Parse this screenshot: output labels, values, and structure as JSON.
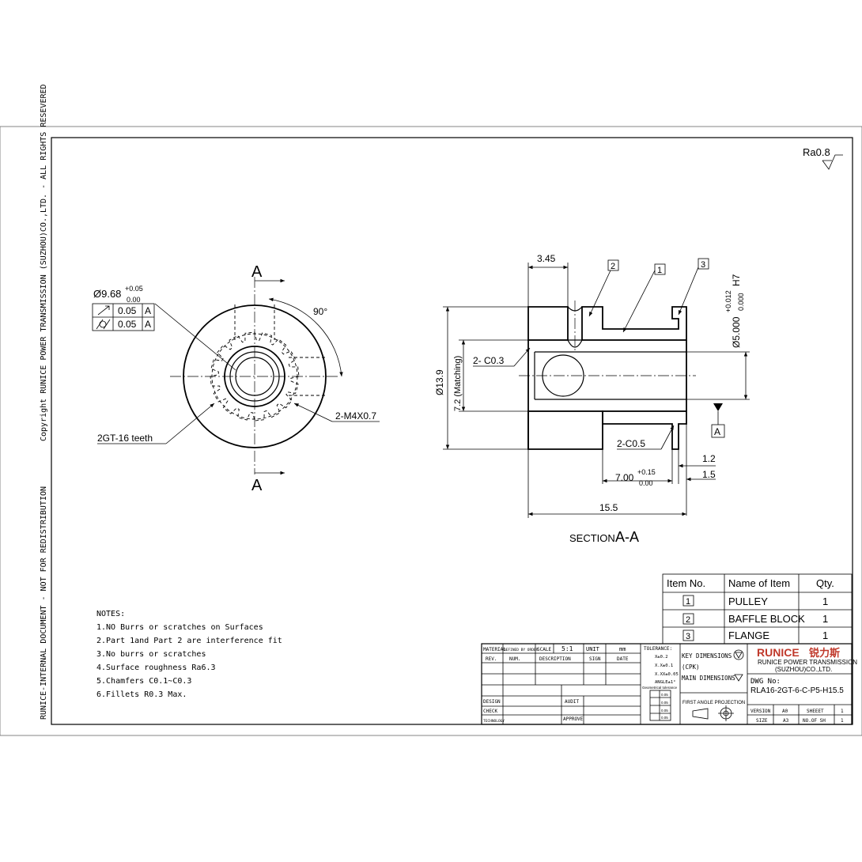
{
  "side_text": {
    "copyright": "Copyright RUNICE POWER TRANSMISSION (SUZHOU)CO.,LTD. - ALL RIGHTS RESEVERED",
    "internal": "RUNICE-INTERNAL DOCUMENT - NOT FOR REDISTRIBUTION"
  },
  "roughness": "Ra0.8",
  "front_view": {
    "section_mark": "A",
    "angle": "90°",
    "bore_dia": "Ø9.68",
    "bore_tol_upper": "+0.05",
    "bore_tol_lower": "0.00",
    "fcf": [
      {
        "symbol": "↗",
        "value": "0.05",
        "datum": "A"
      },
      {
        "symbol": "/○/",
        "value": "0.05",
        "datum": "A"
      }
    ],
    "teeth": "2GT-16 teeth",
    "thread": "2-M4X0.7"
  },
  "section_view": {
    "dim_width_top": "3.45",
    "dim_outer_dia": "Ø13.9",
    "dim_matching": "7.2 (Matching)",
    "chamfer_1": "2- C0.3",
    "chamfer_2": "2-C0.5",
    "bore": "Ø5.000",
    "bore_tol_upper": "+0.012",
    "bore_tol_lower": "0.000",
    "bore_fit": "H7",
    "datum": "A",
    "balloons": [
      "2",
      "1",
      "3"
    ],
    "dim_1_2": "1.2",
    "dim_1_5": "1.5",
    "dim_7": "7.00",
    "dim_7_upper": "+0.15",
    "dim_7_lower": "0.00",
    "dim_total": "15.5",
    "title_prefix": "SECTION",
    "title_suffix": "A-A"
  },
  "notes": {
    "title": "NOTES:",
    "lines": [
      "1.NO Burrs or scratches on Surfaces",
      "2.Part 1and Part 2 are interference fit",
      "3.No burrs or scratches",
      "4.Surface roughness Ra6.3",
      "5.Chamfers C0.1~C0.3",
      "6.Fillets R0.3 Max."
    ]
  },
  "bom": {
    "headers": [
      "Item No.",
      "Name of Item",
      "Qty."
    ],
    "rows": [
      {
        "item": "1",
        "name": "PULLEY",
        "qty": "1"
      },
      {
        "item": "2",
        "name": "BAFFLE BLOCK",
        "qty": "1"
      },
      {
        "item": "3",
        "name": "FLANGE",
        "qty": "1"
      }
    ]
  },
  "title_block": {
    "material": "MATERIAL",
    "defined": "DEFINED BY ORDER",
    "scale_label": "SCALE",
    "scale": "5:1",
    "unit_label": "UNIT",
    "unit": "mm",
    "rev": "REV.",
    "num": "NUM.",
    "description": "DESCRIPTION",
    "sign": "SIGN",
    "date": "DATE",
    "design": "DESIGN",
    "check": "CHECK",
    "technology": "TECHNOLOGY",
    "audit": "AUDIT",
    "approve": "APPROVE",
    "tolerance": "TOLERANCE:",
    "tol_lines": [
      "X±0.2",
      "X.X±0.1",
      "X.XX±0.05",
      "ANGLE±1°"
    ],
    "geo_tol": "Geometrical tolerance",
    "geo_values": [
      "0.05",
      "0.05",
      "0.05",
      "0.05"
    ],
    "key_dim": "KEY DIMENSIONS",
    "cpk": "(CPK)",
    "main_dim": "MAIN DIMENSIONS",
    "projection": "FIRST ANGLE PROJECTION",
    "logo_latin": "RUNICE",
    "logo_cn": "锐力斯",
    "company_1": "RUNICE POWER TRANSMISSION",
    "company_2": "(SUZHOU)CO.,LTD.",
    "dwg_label": "DWG No:",
    "dwg_no": "RLA16-2GT-6-C-P5-H15.5",
    "version_label": "VERSION",
    "version": "A0",
    "sheet_label": "SHEEET",
    "sheet": "1",
    "size_label": "SIZE",
    "size": "A3",
    "noof_label": "NO.OF SH",
    "noof": "1"
  }
}
